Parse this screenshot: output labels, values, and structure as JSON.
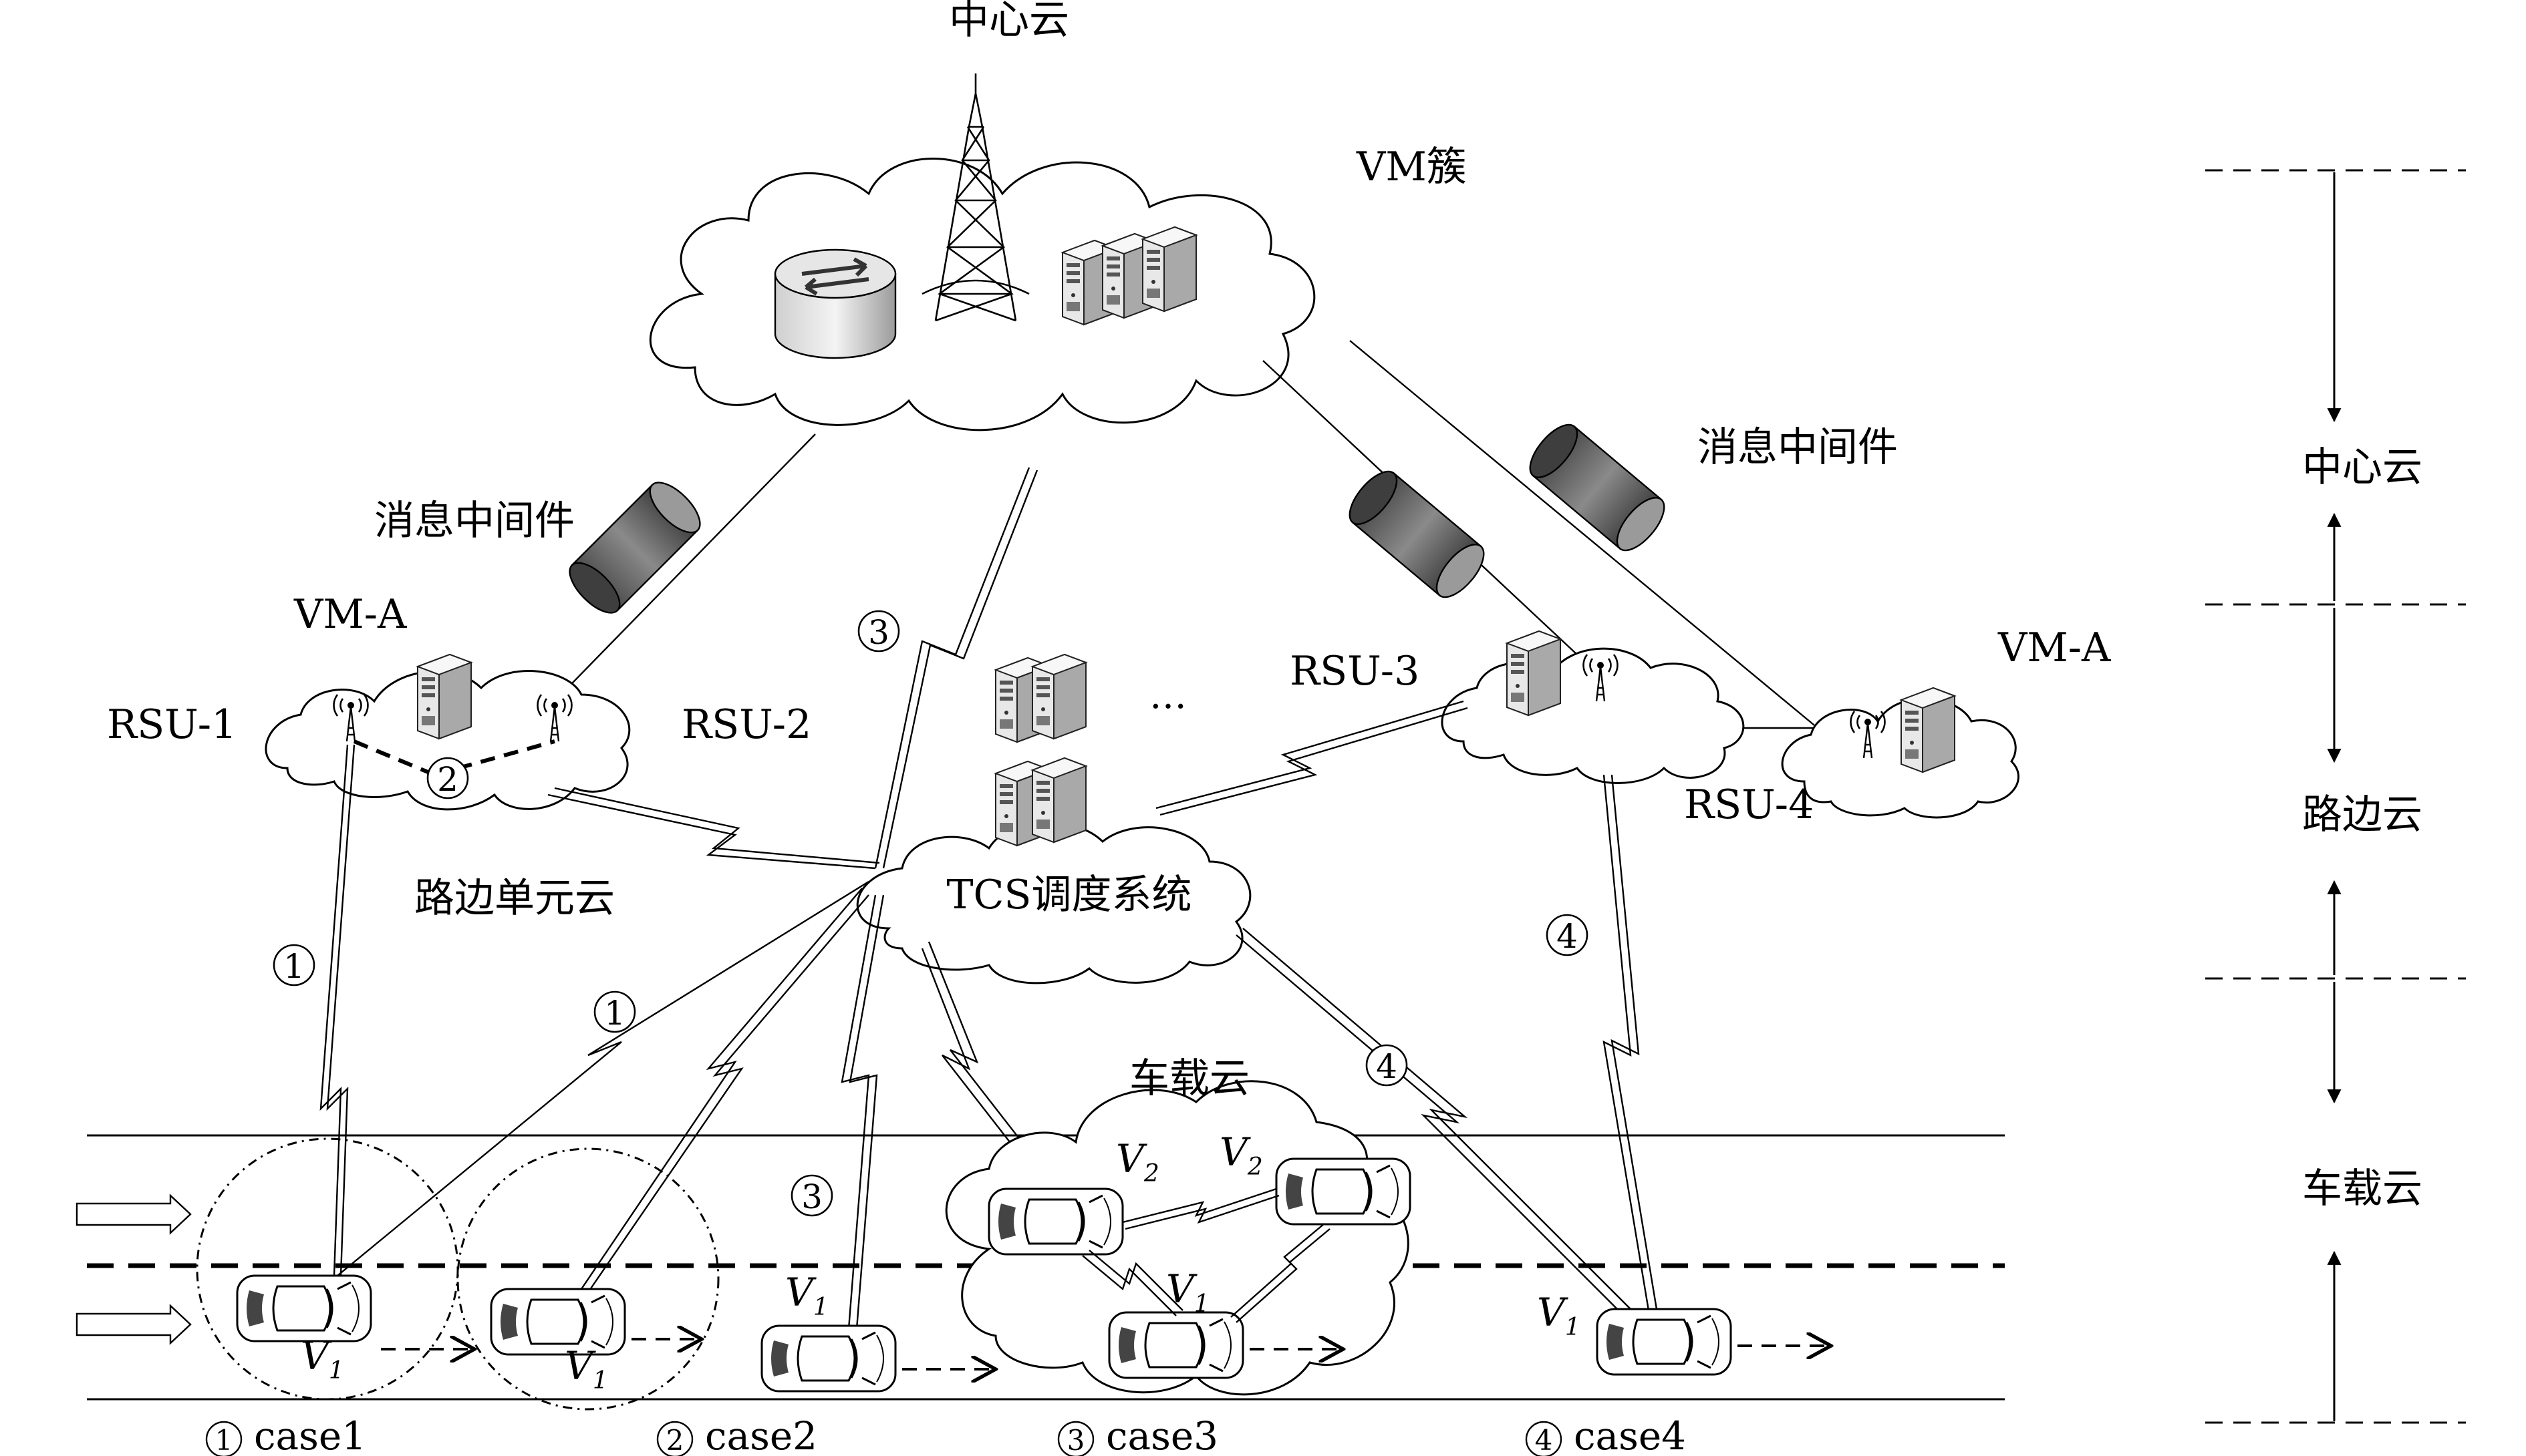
{
  "labels": {
    "central_cloud_top": "中心云",
    "vm_cluster": "VM簇",
    "msg_mw_left": "消息中间件",
    "msg_mw_right": "消息中间件",
    "vm_a_left": "VM-A",
    "vm_a_right": "VM-A",
    "rsu1": "RSU-1",
    "rsu2": "RSU-2",
    "rsu3": "RSU-3",
    "rsu4": "RSU-4",
    "roadside_unit_cloud": "路边单元云",
    "tcs": "TCS调度系统",
    "ellipsis": "…",
    "vehicle_cloud": "车载云",
    "v": "V"
  },
  "markers": {
    "one": "1",
    "two": "2",
    "three": "3",
    "four": "4"
  },
  "cases": {
    "case1": "case1",
    "case2": "case2",
    "case3": "case3",
    "case4": "case4"
  },
  "layers": {
    "central": "中心云",
    "roadside": "路边云",
    "vehicle": "车载云"
  },
  "subscripts": {
    "one": "1",
    "two": "2"
  }
}
